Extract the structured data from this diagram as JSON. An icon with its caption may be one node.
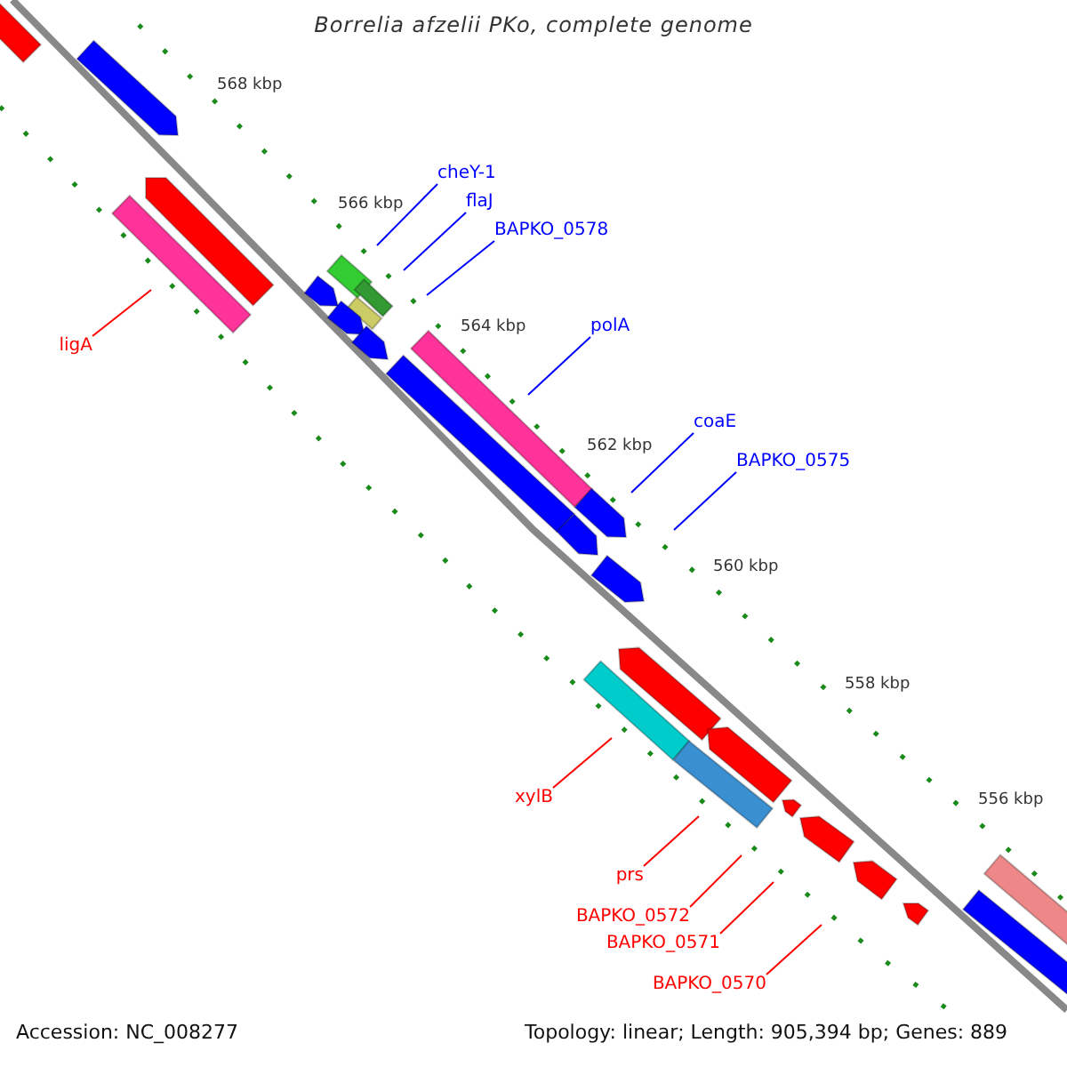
{
  "diagram": {
    "title": "Borrelia afzelii PKo, complete genome",
    "nodes": [
      {
        "text": [
          "cheY-1"
        ]
      },
      {
        "text": [
          "flaJ"
        ]
      },
      {
        "text": [
          "BAPKO_0578"
        ]
      },
      {
        "text": [
          "polA"
        ]
      },
      {
        "text": [
          "ligA"
        ]
      },
      {
        "text": [
          "coaE"
        ]
      },
      {
        "text": [
          "BAPKO_0575"
        ]
      },
      {
        "text": [
          "xylB"
        ]
      },
      {
        "text": [
          "prs"
        ]
      },
      {
        "text": [
          "BAPKO_0572"
        ]
      },
      {
        "text": [
          "BAPKO_0571"
        ]
      },
      {
        "text": [
          "BAPKO_0570"
        ]
      }
    ],
    "edges": [
      {
        "from": 0,
        "to": null,
        "arrow": "none",
        "color": "#0000ff"
      },
      {
        "from": 1,
        "to": null,
        "arrow": "none",
        "color": "#0000ff"
      },
      {
        "from": 2,
        "to": null,
        "arrow": "none",
        "color": "#0000ff"
      },
      {
        "from": 3,
        "to": null,
        "arrow": "none",
        "color": "#0000ff"
      },
      {
        "from": 4,
        "to": null,
        "arrow": "none",
        "color": "#ff0000"
      },
      {
        "from": 5,
        "to": null,
        "arrow": "none",
        "color": "#0000ff"
      },
      {
        "from": 6,
        "to": null,
        "arrow": "none",
        "color": "#0000ff"
      },
      {
        "from": 7,
        "to": null,
        "arrow": "none",
        "color": "#ff0000"
      },
      {
        "from": 8,
        "to": null,
        "arrow": "none",
        "color": "#ff0000"
      },
      {
        "from": 9,
        "to": null,
        "arrow": "none",
        "color": "#ff0000"
      },
      {
        "from": 10,
        "to": null,
        "arrow": "none",
        "color": "#ff0000"
      },
      {
        "from": 11,
        "to": null,
        "arrow": "none",
        "color": "#ff0000"
      }
    ],
    "labels": [
      "568 kbp",
      "566 kbp",
      "564 kbp",
      "562 kbp",
      "560 kbp",
      "558 kbp",
      "556 kbp",
      "Accession: NC_008277",
      "Topology: linear; Length: 905,394 bp; Genes: 889"
    ]
  }
}
